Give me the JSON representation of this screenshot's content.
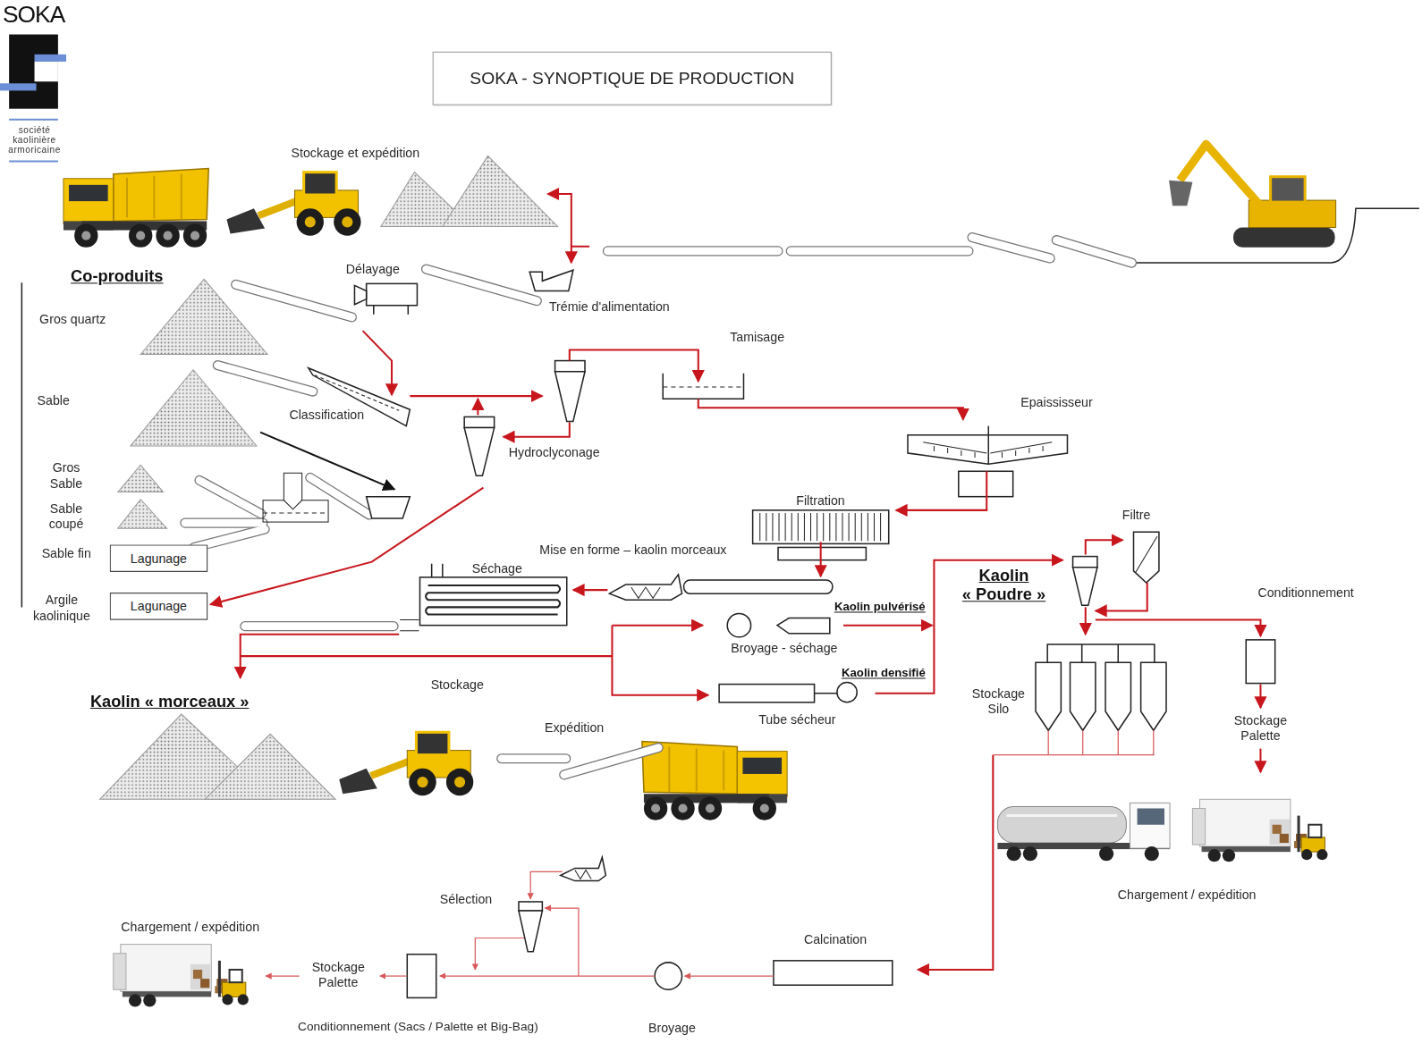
{
  "diagram": {
    "title": "SOKA - SYNOPTIQUE DE PRODUCTION",
    "nodes": [
      {
        "text": [
          "Lagunage"
        ]
      },
      {
        "text": [
          "Lagunage"
        ]
      }
    ],
    "labels": [
      "SOKA",
      "société kaolinière armoricaine",
      "Stockage et expédition",
      "Co-produits",
      "Délayage",
      "Trémie d'alimentation",
      "Gros quartz",
      "Tamisage",
      "Sable",
      "Classification",
      "Hydroclyconage",
      "Epaississeur",
      "Gros Sable",
      "Sable coupé",
      "Filtration",
      "Filtre",
      "Sable fin",
      "Mise en forme – kaolin morceaux",
      "Séchage",
      "Kaolin « Poudre »",
      "Conditionnement",
      "Argile kaolinique",
      "Kaolin pulvérisé",
      "Broyage - séchage",
      "Stockage",
      "Kaolin densifié",
      "Stockage Silo",
      "Kaolin « morceaux »",
      "Tube sécheur",
      "Stockage Palette",
      "Expédition",
      "Chargement / expédition",
      "Sélection",
      "Calcination",
      "Chargement / expédition",
      "Stockage Palette",
      "Conditionnement (Sacs / Palette et Big-Bag)",
      "Broyage"
    ]
  }
}
